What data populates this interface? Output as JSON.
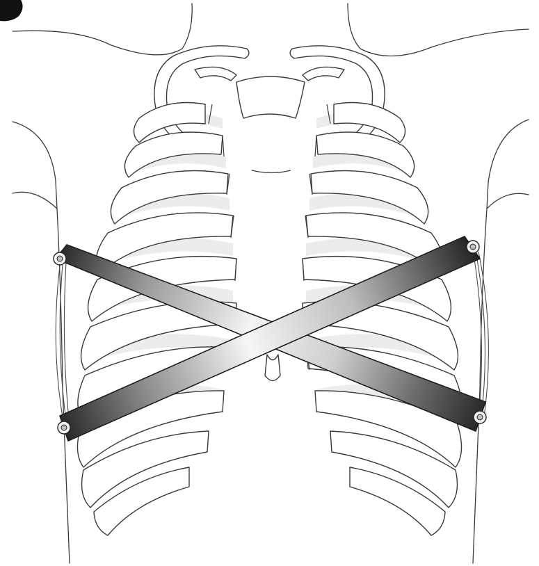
{
  "figure": {
    "panel_letter": "",
    "subject": "rib-cage-with-crossed-chest-straps",
    "colors": {
      "background": "#ffffff",
      "outline": "#2b2b2b",
      "lung_shading": "#ececec",
      "strap_dark": "#2a2a2a",
      "strap_light": "#f4f4f4"
    },
    "straps": [
      {
        "name": "strap-left-top-to-right-bottom"
      },
      {
        "name": "strap-left-bottom-to-right-top"
      }
    ],
    "rib_pairs": 10
  }
}
